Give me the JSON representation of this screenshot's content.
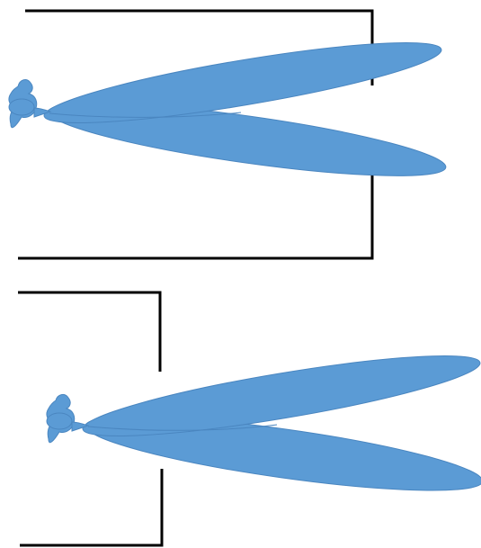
{
  "palette": {
    "beam_fill": "#5b9bd5",
    "beam_edge": "#4a86c0",
    "wall_color": "#000000",
    "background": "#ffffff"
  },
  "panels": [
    {
      "id": "top",
      "description_icon": "head-with-dual-beam-icon",
      "wall_shape": "bracket-open-left-with-gap-on-right-side"
    },
    {
      "id": "bottom",
      "description_icon": "head-with-dual-beam-icon",
      "wall_shape": "bracket-open-right-with-gap-on-left-side"
    }
  ]
}
